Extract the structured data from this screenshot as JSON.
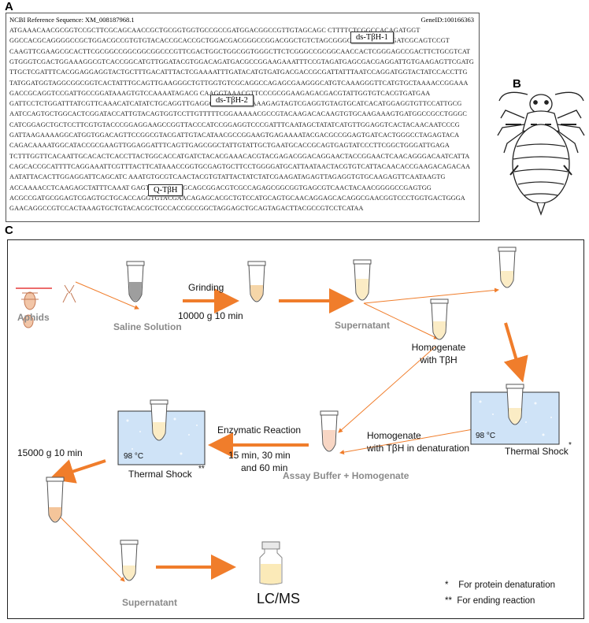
{
  "panels": {
    "a": "A",
    "b": "B",
    "c": "C"
  },
  "sequence": {
    "header_left": "NCBI Reference  Sequence:  XM_008187968.1",
    "header_right": "GeneID:100166363",
    "lines": [
      "ATGAAACAACGCGGTCCGCTTCGCAGCAACCGCTGCGGTGGTGCCGCCGATGGACGGCCGTTGTAGCAGC          CTTTTCTCGGCCACAGATGGT",
      "GGCCACGCAGGGGCCGCTGGACGCCGTGTGTACACCGCACCGCTGGACGACGGGCCGGACGGCTGTCTAGCGGGCCCGACTACGGATCGCAGTCCGT",
      "CAAGTTCGAAGCGCACTTCGCGGCCGGCGGCGGCCCGTTCGACTGGCTGGCGGTGGGCTTCTCGGGCCGCGGCAACCACTCGGGAGCCGACTTCTGCGTCAT",
      "GTGGGTCGACTGGAAAGGCGTCACCGGCATGTTGGATACGTGGACAGATGACGCCGGAAGAAATTTCCGTAGATGAGCGACGAGGATTGTGAAGAGTTCGATG",
      "TTGCTCGATTTCACGGAGGAGGTACTGCTTTGACATTTACTCGAAAATTTGATACATGTGATGACGACCGCGATTATTTAATCCAGGATGGTACTATCCACCTTG",
      "TATGGATGGTAGGCGGCGGTCACTATTTGCAGTTGAAGGGCTGTTGGTGTCGCAGGCCAGAGCGAAGGGCATGTCAAAGGGTTCATGTGCTAAAACCGGAAA",
      "GACCGCAGGTCCGATTGCCGGATAAAGTGTCCAAAATAGACG                    CAAGGTAAACGTTCCCGCGGAAGAGACGACGTATTGGTGTCACGTGATGAA",
      "GATTCCTCTGGATTTATCGTTCAAACATCATATCTGCAGGTTGAGGGAGAAAGCGAAAGAGTAGTCGAGGTGTAGTGCATCACATGGAGGTGTTCCATTGCG",
      "AATCCAGTGCTGGCACTCGGATACCATTGTACAGTGGTCCTTGTTTTTCGGAAAAACGCCGTACAAGACACAAGTGTGCAAGAAAGTGATGGCCGCCTGGGC",
      "CATCGGAGCTGCTCCTTCGTGTACCCGGAGGAAGCCGGTTACCCATCCGGAGGTCCCGATTTCAATAGCTATATCATGTTGGAGGTCACTACAACAATCCCG",
      "GATTAAGAAAAGGCATGGTGGACAGTTCCGGCGTACGATTGTACATAACGCCGGAAGTGAGAAAATACGACGCCGGAGTGATCACTGGGCCTAGAGTACA",
      "CAGACAAAATGGCATACCGCGAAGTTGGAGGATTTCAGTTGAGCGGCTATTGTATTGCTGAATGCACCGCAGTGAGTATCCCTTCGGCTGGGATTGAGA",
      "TCTTTGGTTCACAATTGCACACTCACCTTACTGGCACCATGATCTACACGAAACACGTACGAGACGGACAGGAACTACCGGAACTCAACAGGGACAATCATTA",
      "CAGCACCGCATTTTCAGGAAATTCGTTTACTTCATAAACCGGTGCGAGTGCTTCCTGGGGATGCATTAATAACTACGTGTCATTACAACACCGAAGACAGACAA",
      "AATATTACACTTGGAGGATTCAGCATC             AAATGTGCGTCAACTACGTGTATTACTATCTATCGAAGATAGAGTTAGAGGTGTGCAAGAGTTCAATAAGTG",
      "ACCAAAACCTCAAGAGCTATTTCAAAT             GAGTGGGAGAGGCAGCGGACGTCGCCAGAGCGGCGGTGAGCGTCAACTACAACGGGGCCGAGTGG",
      "ACGCCGATGCGGAGTCGAGTGCTGCACCAGGTGTACGAACAGAGCACGCTGTCCATGCAGTGCAACAGGAGCACAGGCGAACGGTCCCTGGTGACTGGGA",
      "GAACAGGCCGTCCACTAAAGTGCTGTACACGCTGCCACCGCCGGCTAGGAGCTGCAGTAGACTTACGCCGTCCTCATAA"
    ],
    "tags": {
      "ds1": "ds-TβH-1",
      "ds2": "ds-TβH-2",
      "q": "Q-TβH"
    }
  },
  "flow": {
    "aphids": "Aphids",
    "grinding": "Grinding",
    "saline": "Saline Solution",
    "spin1": "10000 g 10 min",
    "supernatant1": "Supernatant",
    "homog_tbh_1": "Homogenate",
    "homog_tbh_2": "with TβH",
    "thermal_right": "Thermal Shock",
    "thermal_right_mark": "*",
    "temp98_right": "98 °C",
    "homog_den_1": "Homogenate",
    "homog_den_2": "with TβH in denaturation",
    "assay": "Assay Buffer + Homogenate",
    "enzymatic": "Enzymatic Reaction",
    "times_1": "15 min, 30 min",
    "times_2": "and 60 min",
    "thermal_left": "Thermal Shock",
    "thermal_left_mark": "**",
    "temp98_left": "98 °C",
    "spin2": "15000 g 10 min",
    "supernatant2": "Supernatant",
    "lcms": "LC/MS",
    "note1": "*    For protein denaturation",
    "note2": "**  For ending reaction"
  },
  "colors": {
    "arrow": "#f07d2b",
    "water": "#cfe3f7",
    "tube_fill": "#f6d6a8",
    "gray_text": "#8a8a8a"
  }
}
